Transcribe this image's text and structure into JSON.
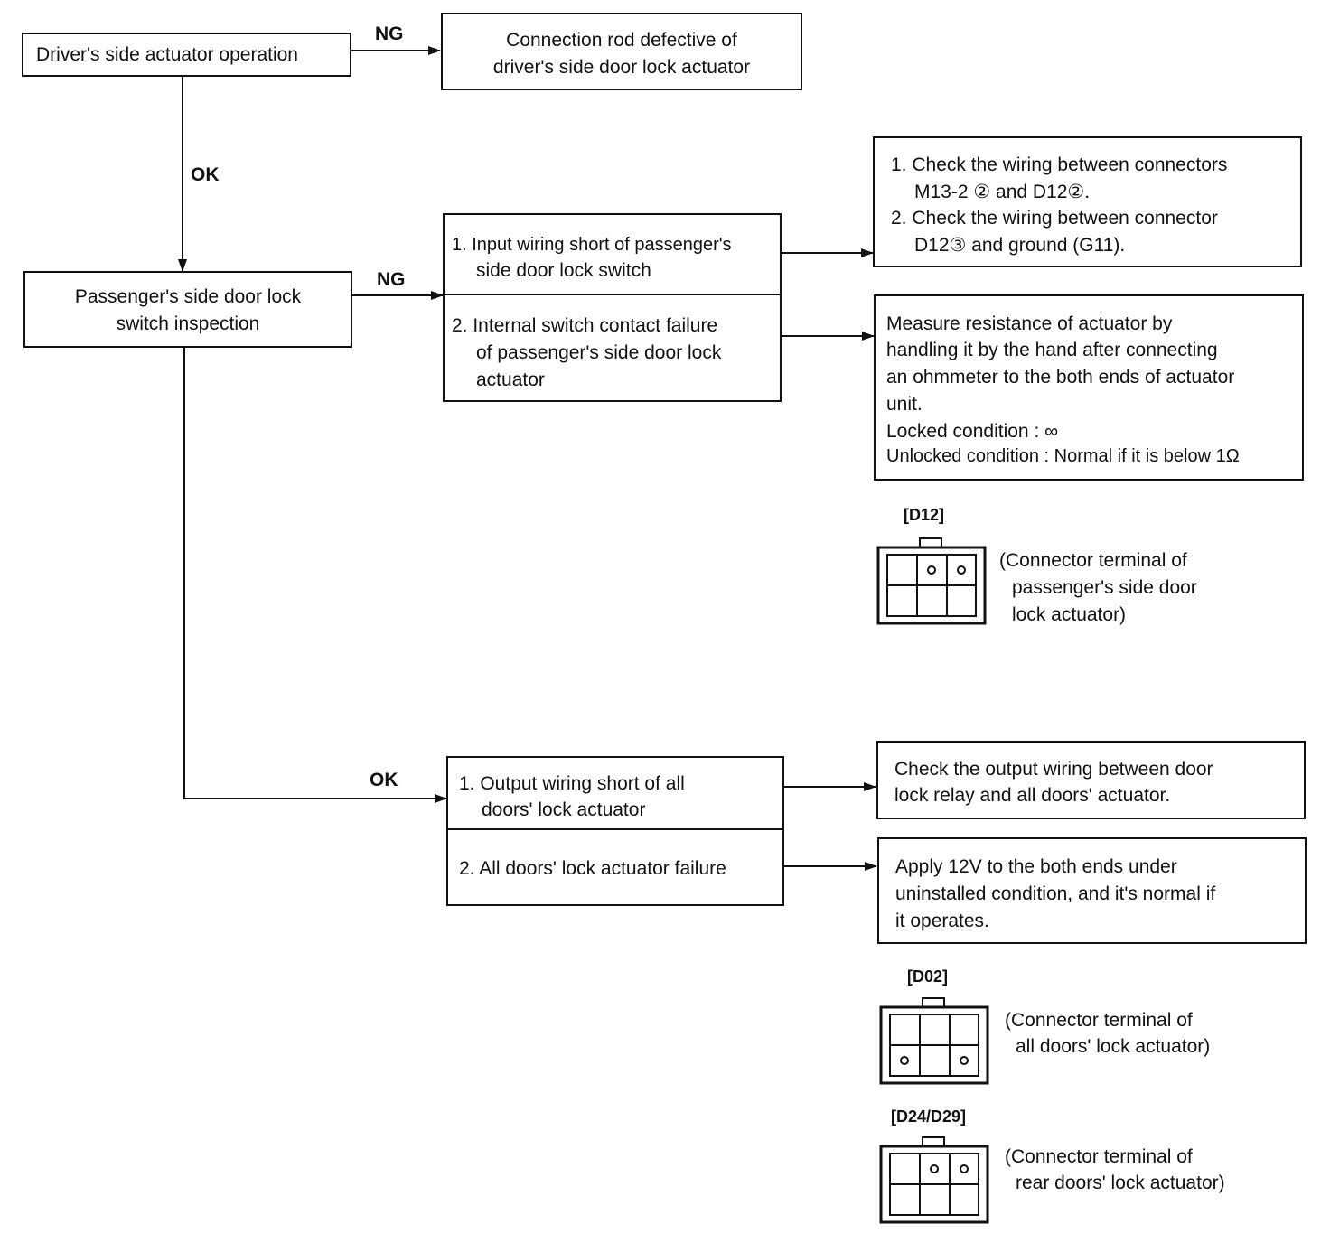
{
  "nodes": {
    "driver_op": "Driver's side actuator operation",
    "rod_defect": [
      "Connection rod defective of",
      "driver's side door lock actuator"
    ],
    "pass_inspect": [
      "Passenger's side door lock",
      "switch inspection"
    ],
    "input_short": [
      "1. Input wiring short of passenger's",
      "side door lock switch"
    ],
    "internal_fail": [
      "2. Internal switch contact failure",
      "of passenger's side door lock",
      "actuator"
    ],
    "check_wiring": [
      "1. Check the wiring between connectors",
      "M13-2 ② and D12②.",
      "2. Check the wiring between connector",
      "D12③ and ground (G11)."
    ],
    "measure": [
      "Measure resistance of actuator by",
      "handling it by the hand after connecting",
      "an ohmmeter to the both ends of actuator",
      "unit.",
      "Locked condition : ∞",
      "Unlocked condition : Normal if it is below 1Ω"
    ],
    "output_short": [
      "1. Output wiring short of all",
      "doors' lock actuator"
    ],
    "all_fail": "2. All doors' lock actuator failure",
    "check_output": [
      "Check the output wiring between door",
      "lock relay and all doors' actuator."
    ],
    "apply_12v": [
      "Apply 12V to the both ends under",
      "uninstalled condition, and it's normal if",
      "it operates."
    ]
  },
  "edges": {
    "ng1": "NG",
    "ok1": "OK",
    "ng2": "NG",
    "ok2": "OK"
  },
  "connectors": {
    "d12": {
      "id": "[D12]",
      "desc": [
        "(Connector terminal of",
        "passenger's side door",
        "lock actuator)"
      ]
    },
    "d02": {
      "id": "[D02]",
      "desc": [
        "(Connector terminal of",
        "all doors' lock actuator)"
      ]
    },
    "d24": {
      "id": "[D24/D29]",
      "desc": [
        "(Connector terminal of",
        "rear doors'  lock actuator)"
      ]
    }
  }
}
